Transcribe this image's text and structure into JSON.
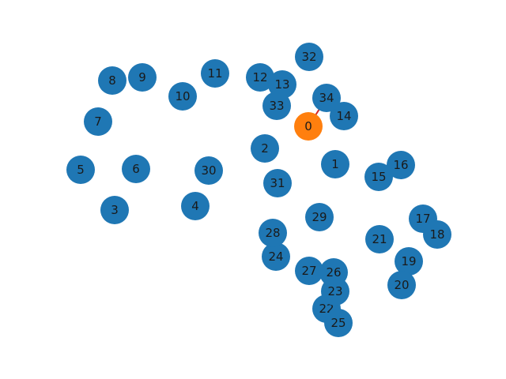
{
  "graph": {
    "nodes": [
      {
        "id": "0",
        "color": "#ff7f0e"
      },
      {
        "id": "1",
        "color": "#1f77b4"
      },
      {
        "id": "2",
        "color": "#1f77b4"
      },
      {
        "id": "3",
        "color": "#1f77b4"
      },
      {
        "id": "4",
        "color": "#1f77b4"
      },
      {
        "id": "5",
        "color": "#1f77b4"
      },
      {
        "id": "6",
        "color": "#1f77b4"
      },
      {
        "id": "7",
        "color": "#1f77b4"
      },
      {
        "id": "8",
        "color": "#1f77b4"
      },
      {
        "id": "9",
        "color": "#1f77b4"
      },
      {
        "id": "10",
        "color": "#1f77b4"
      },
      {
        "id": "11",
        "color": "#1f77b4"
      },
      {
        "id": "12",
        "color": "#1f77b4"
      },
      {
        "id": "13",
        "color": "#1f77b4"
      },
      {
        "id": "14",
        "color": "#1f77b4"
      },
      {
        "id": "15",
        "color": "#1f77b4"
      },
      {
        "id": "16",
        "color": "#1f77b4"
      },
      {
        "id": "17",
        "color": "#1f77b4"
      },
      {
        "id": "18",
        "color": "#1f77b4"
      },
      {
        "id": "19",
        "color": "#1f77b4"
      },
      {
        "id": "20",
        "color": "#1f77b4"
      },
      {
        "id": "21",
        "color": "#1f77b4"
      },
      {
        "id": "22",
        "color": "#1f77b4"
      },
      {
        "id": "23",
        "color": "#1f77b4"
      },
      {
        "id": "24",
        "color": "#1f77b4"
      },
      {
        "id": "25",
        "color": "#1f77b4"
      },
      {
        "id": "26",
        "color": "#1f77b4"
      },
      {
        "id": "27",
        "color": "#1f77b4"
      },
      {
        "id": "28",
        "color": "#1f77b4"
      },
      {
        "id": "29",
        "color": "#1f77b4"
      },
      {
        "id": "30",
        "color": "#1f77b4"
      },
      {
        "id": "31",
        "color": "#1f77b4"
      },
      {
        "id": "32",
        "color": "#1f77b4"
      },
      {
        "id": "33",
        "color": "#1f77b4"
      },
      {
        "id": "34",
        "color": "#1f77b4"
      }
    ],
    "edges": [
      {
        "from": "0",
        "to": "34",
        "color": "#d62728"
      }
    ]
  }
}
